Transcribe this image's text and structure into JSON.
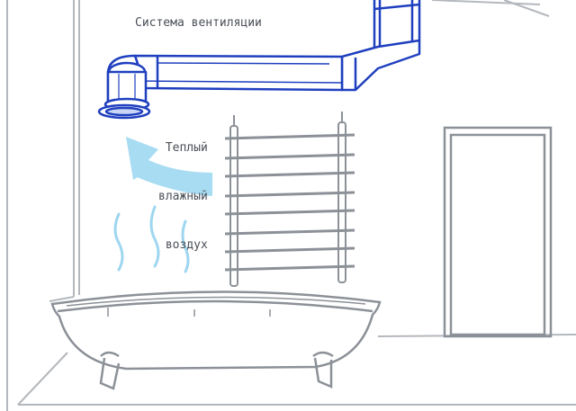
{
  "labels": {
    "ventilation_system": "Система вентиляции",
    "warm_air_line1": "Теплый",
    "warm_air_line2": "влажный",
    "warm_air_line3": "воздух"
  },
  "colors": {
    "duct_stroke": "#1f3fbf",
    "duct_fill": "#ffffff",
    "duct_light": "#c9d6f5",
    "air_arrow": "#a8dcf3",
    "steam": "#9ed6f0",
    "sketch_gray": "#8c9198",
    "wall_line": "#b4b8bd"
  },
  "icons": [
    "vent-duct-icon",
    "warm-air-arrow-icon",
    "steam-icon",
    "towel-rail-icon",
    "bathtub-icon",
    "door-icon"
  ]
}
